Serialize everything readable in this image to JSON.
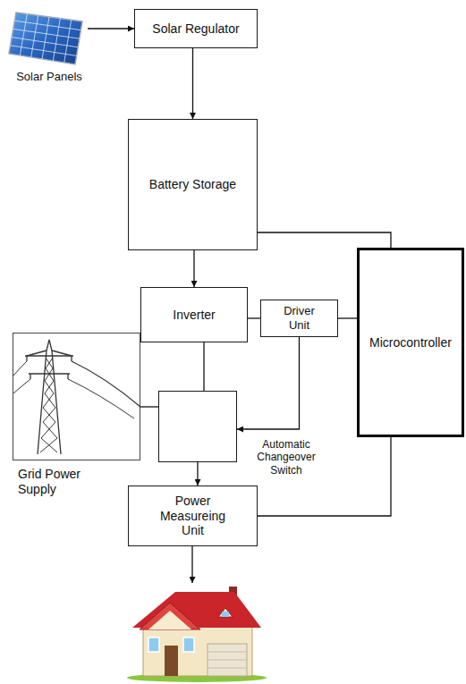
{
  "diagram": {
    "nodes": [
      {
        "text": [
          "Solar Panels"
        ]
      },
      {
        "text": [
          "Solar Regulator"
        ]
      },
      {
        "text": [
          "Battery Storage"
        ]
      },
      {
        "text": [
          "Inverter"
        ]
      },
      {
        "text": [
          "Driver Unit"
        ]
      },
      {
        "text": [
          "Microcontroller"
        ]
      },
      {
        "text": [
          "Grid Power Supply"
        ]
      },
      {
        "text": [
          "Automatic Changeover Switch"
        ]
      },
      {
        "text": [
          "Power Measureing Unit"
        ]
      }
    ],
    "edges": [
      {
        "from": 0,
        "to": 1,
        "arrow": "to"
      },
      {
        "from": 1,
        "to": 2,
        "arrow": "to"
      },
      {
        "from": 2,
        "to": 3,
        "arrow": "to"
      },
      {
        "from": 2,
        "to": 5,
        "arrow": "none"
      },
      {
        "from": 3,
        "to": 4,
        "arrow": "none"
      },
      {
        "from": 5,
        "to": 4,
        "arrow": "none"
      },
      {
        "from": 4,
        "to": 7,
        "arrow": "to"
      },
      {
        "from": 6,
        "to": 7,
        "arrow": "none"
      },
      {
        "from": 3,
        "to": 7,
        "arrow": "none"
      },
      {
        "from": 7,
        "to": 8,
        "arrow": "to"
      },
      {
        "from": 5,
        "to": 8,
        "arrow": "none"
      }
    ]
  }
}
